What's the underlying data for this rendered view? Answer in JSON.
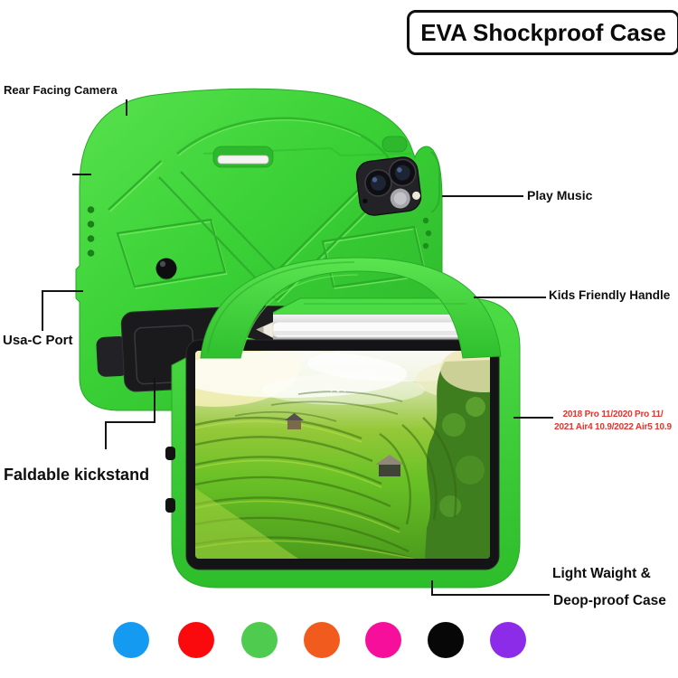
{
  "title": {
    "label": "EVA Shockproof Case"
  },
  "callouts": {
    "rear_camera": "Rear Facing Camera",
    "play_music": "Play Music",
    "kids_handle": "Kids Friendly Handle",
    "usb_port": "Usa-C Port",
    "kickstand": "Faldable kickstand",
    "models_line1": "2018 Pro 11/2020 Pro 11/",
    "models_line2": "2021 Air4 10.9/2022 Air5 10.9",
    "light_line1": "Light Waight &",
    "light_line2": "Deop-proof Case"
  },
  "colors": {
    "case_green": "#3cd338",
    "models_text_red": "#e5332e",
    "callout_line": "#141414"
  },
  "swatches": [
    {
      "name": "blue",
      "color": "#149bf1"
    },
    {
      "name": "red",
      "color": "#fa0a0c"
    },
    {
      "name": "green",
      "color": "#4fcb4f"
    },
    {
      "name": "orange",
      "color": "#f25b1e"
    },
    {
      "name": "pink",
      "color": "#f50f9b"
    },
    {
      "name": "black",
      "color": "#070707"
    },
    {
      "name": "purple",
      "color": "#8c2ce8"
    }
  ]
}
